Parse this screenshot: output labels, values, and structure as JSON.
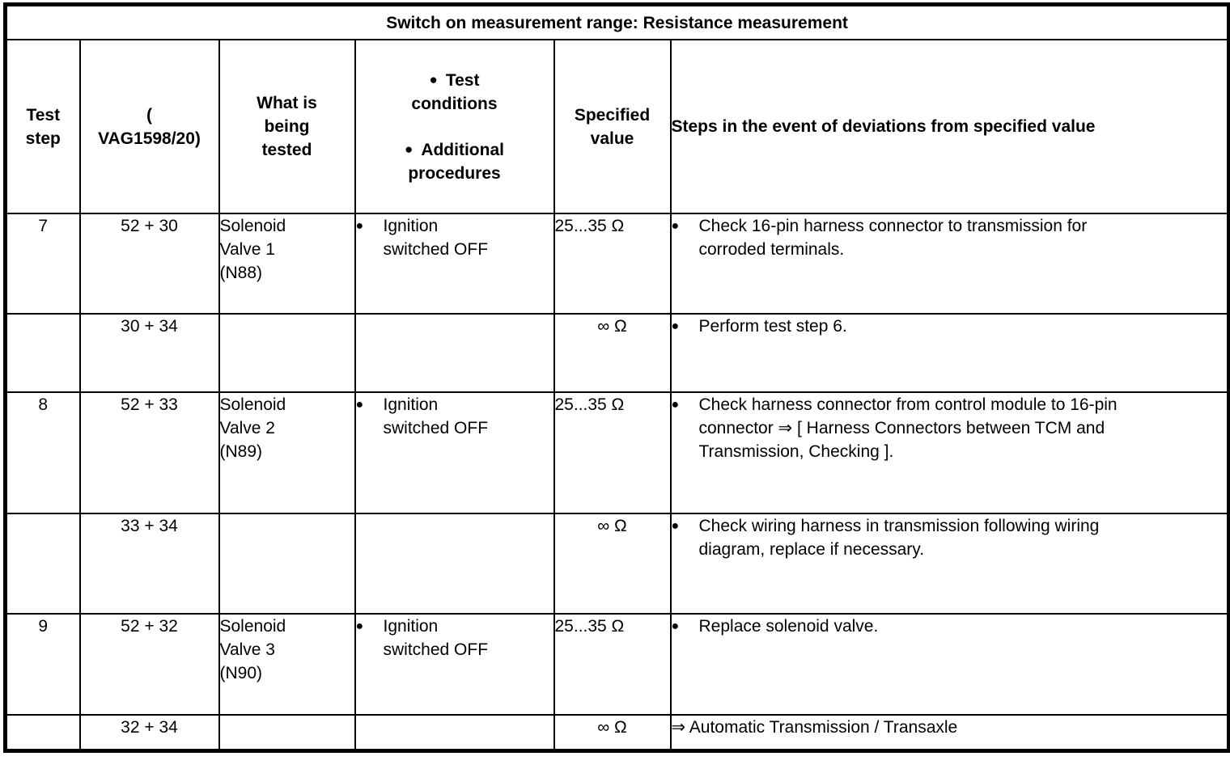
{
  "table": {
    "title": "Switch on measurement range: Resistance measurement",
    "columns": {
      "test_step": "Test\nstep",
      "test_step_line1": "Test",
      "test_step_line2": "step",
      "connector_line1": "(",
      "connector_line2": "VAG1598/20)",
      "what_tested_line1": "What is",
      "what_tested_line2": "being",
      "what_tested_line3": "tested",
      "conditions_line1": "Test",
      "conditions_line2": "conditions",
      "conditions_line3": "Additional",
      "conditions_line4": "procedures",
      "specified_line1": "Specified",
      "specified_line2": "value",
      "steps": "Steps in the event of deviations from specified value"
    },
    "bullet_glyph": "●",
    "arrow_glyph": "⇒",
    "rows": [
      {
        "test_step": "7",
        "pins": "52 + 30",
        "tested_lines": [
          "Solenoid",
          "Valve 1",
          "(N88)"
        ],
        "condition_lines": [
          "Ignition",
          "switched OFF"
        ],
        "condition_bulleted": true,
        "specified": "25...35 Ω",
        "specified_align": "left",
        "steps_lines": [
          "Check 16-pin harness connector to transmission for",
          "corroded terminals."
        ],
        "steps_bulleted": true
      },
      {
        "test_step": "",
        "pins": "30 + 34",
        "tested_lines": [],
        "condition_lines": [],
        "condition_bulleted": false,
        "specified": "∞ Ω",
        "specified_align": "center",
        "steps_lines": [
          "Perform test step 6."
        ],
        "steps_bulleted": true
      },
      {
        "test_step": "8",
        "pins": "52 + 33",
        "tested_lines": [
          "Solenoid",
          "Valve 2",
          "(N89)"
        ],
        "condition_lines": [
          "Ignition",
          "switched OFF"
        ],
        "condition_bulleted": true,
        "specified": "25...35 Ω",
        "specified_align": "left",
        "steps_lines": [
          "Check harness connector from control module to 16-pin",
          "connector ⇒ [ Harness Connectors between TCM and",
          "Transmission, Checking ]."
        ],
        "steps_bulleted": true
      },
      {
        "test_step": "",
        "pins": "33 + 34",
        "tested_lines": [],
        "condition_lines": [],
        "condition_bulleted": false,
        "specified": "∞ Ω",
        "specified_align": "center",
        "steps_lines": [
          "Check wiring harness in transmission following wiring",
          "diagram, replace if necessary."
        ],
        "steps_bulleted": true
      },
      {
        "test_step": "9",
        "pins": "52 + 32",
        "tested_lines": [
          "Solenoid",
          "Valve 3",
          "(N90)"
        ],
        "condition_lines": [
          "Ignition",
          "switched OFF"
        ],
        "condition_bulleted": true,
        "specified": "25...35 Ω",
        "specified_align": "left",
        "steps_lines": [
          "Replace solenoid valve."
        ],
        "steps_bulleted": true
      },
      {
        "test_step": "",
        "pins": "32 + 34",
        "tested_lines": [],
        "condition_lines": [],
        "condition_bulleted": false,
        "specified": "∞ Ω",
        "specified_align": "center",
        "steps_lines": [
          "⇒ Automatic Transmission / Transaxle"
        ],
        "steps_bulleted": false
      }
    ]
  },
  "colors": {
    "ink": "#000000",
    "paper": "#ffffff"
  }
}
